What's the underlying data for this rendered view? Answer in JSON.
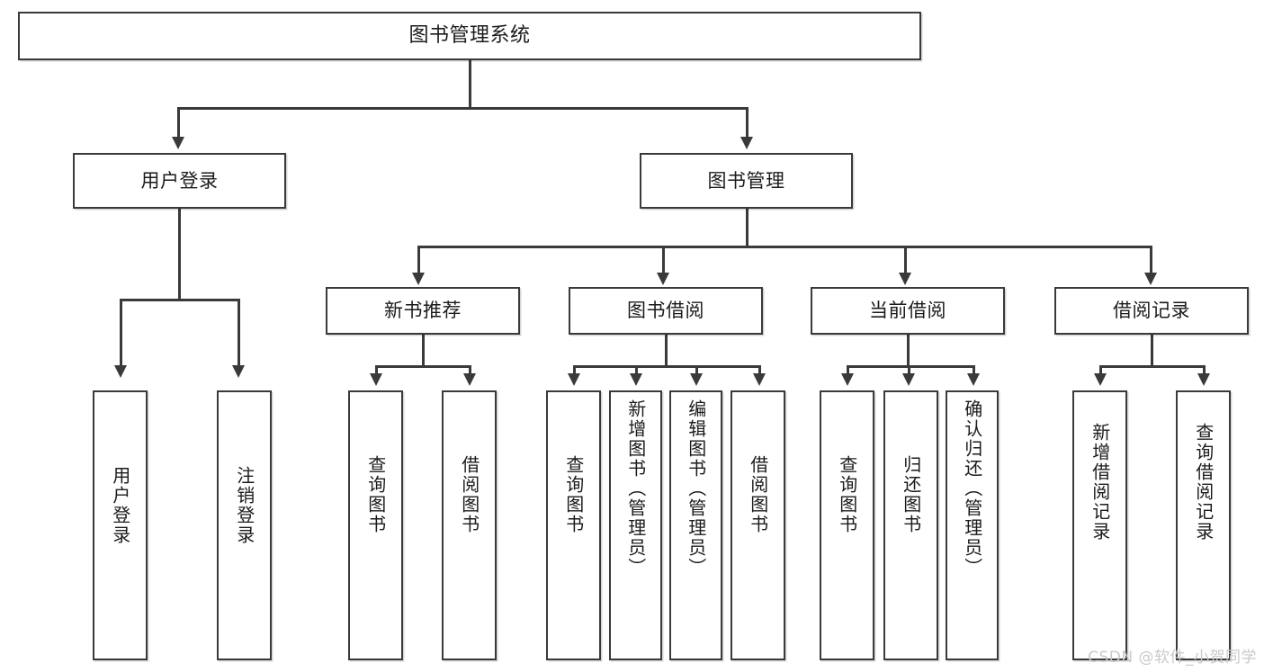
{
  "diagram": {
    "title": "图书管理系统",
    "type": "tree",
    "watermark": "CSDN @软件_小贺同学",
    "root": {
      "label": "图书管理系统"
    },
    "level2": [
      {
        "label": "用户登录"
      },
      {
        "label": "图书管理"
      }
    ],
    "level3": [
      {
        "label": "新书推荐"
      },
      {
        "label": "图书借阅"
      },
      {
        "label": "当前借阅"
      },
      {
        "label": "借阅记录"
      }
    ],
    "leaves": {
      "user_login": [
        {
          "label": "用户登录"
        },
        {
          "label": "注销登录"
        }
      ],
      "new_book_recommend": [
        {
          "label": "查询图书"
        },
        {
          "label": "借阅图书"
        }
      ],
      "book_borrow": [
        {
          "label": "查询图书"
        },
        {
          "label": "新增图书（管理员）"
        },
        {
          "label": "编辑图书（管理员）"
        },
        {
          "label": "借阅图书"
        }
      ],
      "current_borrow": [
        {
          "label": "查询图书"
        },
        {
          "label": "归还图书"
        },
        {
          "label": "确认归还（管理员）"
        }
      ],
      "borrow_record": [
        {
          "label": "新增借阅记录"
        },
        {
          "label": "查询借阅记录"
        }
      ]
    },
    "colors": {
      "stroke": "#3a3a3a",
      "fill": "#ffffff",
      "text": "#1b1b1b",
      "watermark": "#c9c9c9"
    }
  }
}
